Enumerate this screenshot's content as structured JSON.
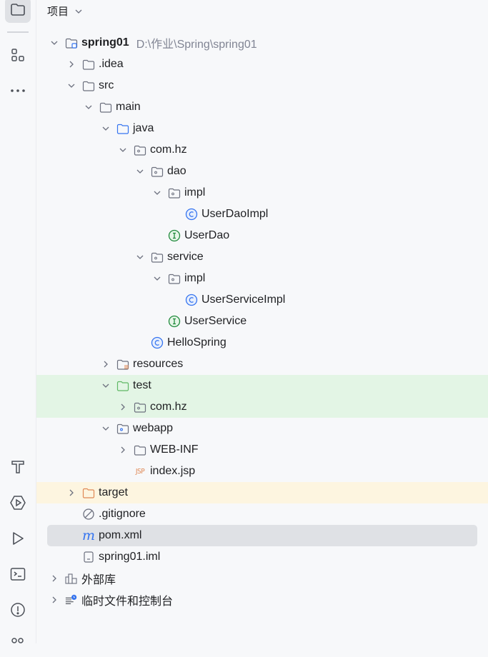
{
  "panel": {
    "title": "项目"
  },
  "rail": {
    "top": [
      "project-icon",
      "structure-icon",
      "more-icon"
    ],
    "bottom": [
      "build-icon",
      "services-icon",
      "run-icon",
      "terminal-icon",
      "problems-icon",
      "people-icon"
    ]
  },
  "tree": [
    {
      "label": "spring01",
      "hint": "D:\\作业\\Spring\\spring01",
      "depth": 0,
      "arrow": "down",
      "icon": "module-folder",
      "bold": true
    },
    {
      "label": ".idea",
      "depth": 1,
      "arrow": "right",
      "icon": "folder"
    },
    {
      "label": "src",
      "depth": 1,
      "arrow": "down",
      "icon": "folder"
    },
    {
      "label": "main",
      "depth": 2,
      "arrow": "down",
      "icon": "folder"
    },
    {
      "label": "java",
      "depth": 3,
      "arrow": "down",
      "icon": "source-folder"
    },
    {
      "label": "com.hz",
      "depth": 4,
      "arrow": "down",
      "icon": "package"
    },
    {
      "label": "dao",
      "depth": 5,
      "arrow": "down",
      "icon": "package"
    },
    {
      "label": "impl",
      "depth": 6,
      "arrow": "down",
      "icon": "package"
    },
    {
      "label": "UserDaoImpl",
      "depth": 7,
      "arrow": "none",
      "icon": "class"
    },
    {
      "label": "UserDao",
      "depth": 6,
      "arrow": "none",
      "icon": "interface"
    },
    {
      "label": "service",
      "depth": 5,
      "arrow": "down",
      "icon": "package"
    },
    {
      "label": "impl",
      "depth": 6,
      "arrow": "down",
      "icon": "package"
    },
    {
      "label": "UserServiceImpl",
      "depth": 7,
      "arrow": "none",
      "icon": "class"
    },
    {
      "label": "UserService",
      "depth": 6,
      "arrow": "none",
      "icon": "interface"
    },
    {
      "label": "HelloSpring",
      "depth": 5,
      "arrow": "none",
      "icon": "class"
    },
    {
      "label": "resources",
      "depth": 3,
      "arrow": "right",
      "icon": "resources-folder"
    },
    {
      "label": "test",
      "depth": 3,
      "arrow": "down",
      "icon": "test-folder",
      "highlight": "green"
    },
    {
      "label": "com.hz",
      "depth": 4,
      "arrow": "right",
      "icon": "package",
      "highlight": "green"
    },
    {
      "label": "webapp",
      "depth": 3,
      "arrow": "down",
      "icon": "web-folder"
    },
    {
      "label": "WEB-INF",
      "depth": 4,
      "arrow": "right",
      "icon": "folder"
    },
    {
      "label": "index.jsp",
      "depth": 4,
      "arrow": "none",
      "icon": "jsp"
    },
    {
      "label": "target",
      "depth": 1,
      "arrow": "right",
      "icon": "excluded-folder",
      "highlight": "yellow"
    },
    {
      "label": ".gitignore",
      "depth": 1,
      "arrow": "none",
      "icon": "ignore"
    },
    {
      "label": "pom.xml",
      "depth": 1,
      "arrow": "none",
      "icon": "maven",
      "selected": true
    },
    {
      "label": "spring01.iml",
      "depth": 1,
      "arrow": "none",
      "icon": "iml"
    },
    {
      "label": "外部库",
      "depth": 0,
      "arrow": "right",
      "icon": "library"
    },
    {
      "label": "临时文件和控制台",
      "depth": 0,
      "arrow": "right",
      "icon": "scratches"
    }
  ],
  "colors": {
    "class": "#3574f0",
    "interface": "#208a3c",
    "excluded": "#e08855",
    "test": "#5fb865",
    "selected_bg": "#dfe1e5"
  }
}
